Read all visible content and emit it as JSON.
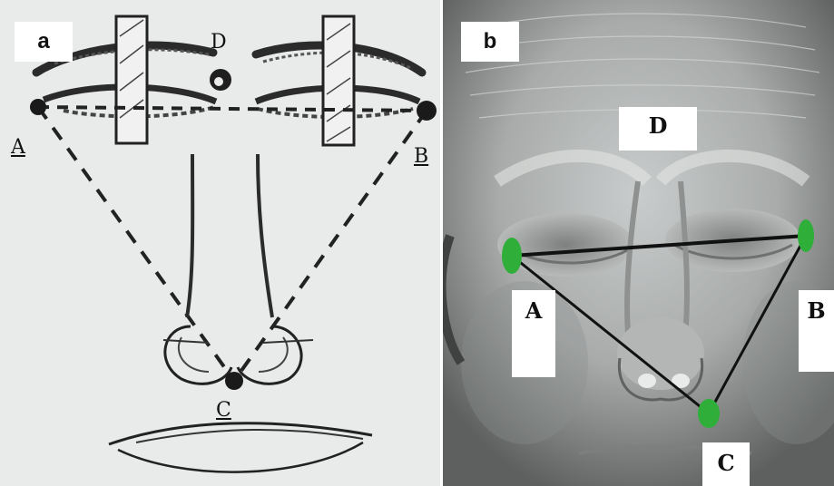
{
  "panel_a": {
    "label": "a",
    "points": {
      "a": "A",
      "b": "B",
      "c": "C",
      "d": "D"
    }
  },
  "panel_b": {
    "label": "b",
    "points": {
      "a": "A",
      "b": "B",
      "c": "C",
      "d": "D"
    },
    "marker_color": "#2fae3a"
  }
}
